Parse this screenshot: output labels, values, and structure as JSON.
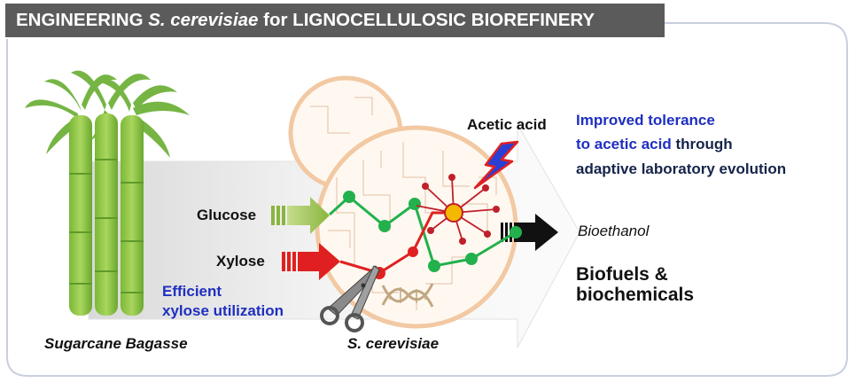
{
  "title": {
    "prefix": "ENGINEERING ",
    "species": "S. cerevisiae",
    "suffix": " for LIGNOCELLULOSIC BIOREFINERY"
  },
  "labels": {
    "glucose": "Glucose",
    "xylose": "Xylose",
    "acetic_acid": "Acetic acid",
    "bioethanol": "Bioethanol",
    "biofuels_line1": "Biofuels &",
    "biofuels_line2": "biochemicals",
    "sugarcane_bagasse": "Sugarcane Bagasse",
    "s_cerevisiae": "S. cerevisiae"
  },
  "callouts": {
    "tolerance_line1": "Improved tolerance",
    "tolerance_line2_part1": "to acetic acid",
    "tolerance_line2_part2": " through",
    "tolerance_line3": "adaptive laboratory evolution",
    "xylose_line1": "Efficient",
    "xylose_line2": "xylose utilization"
  },
  "colors": {
    "title_bg": "#5b5b5b",
    "callout_blue": "#1f2fbf",
    "dark_navy": "#16244a",
    "pathway_green": "#22b14c",
    "pathway_red": "#e02020",
    "arrow_body": "#f0f0f0",
    "cell_outline": "#f2c9a3",
    "sugarcane": "#8cc63f"
  },
  "icons": {
    "sugarcane": "sugarcane-icon",
    "yeast_cell": "yeast-cell-icon",
    "lightning": "lightning-icon",
    "scissors": "scissors-icon",
    "dna": "dna-icon",
    "regulatory_hub": "regulatory-network-icon"
  }
}
